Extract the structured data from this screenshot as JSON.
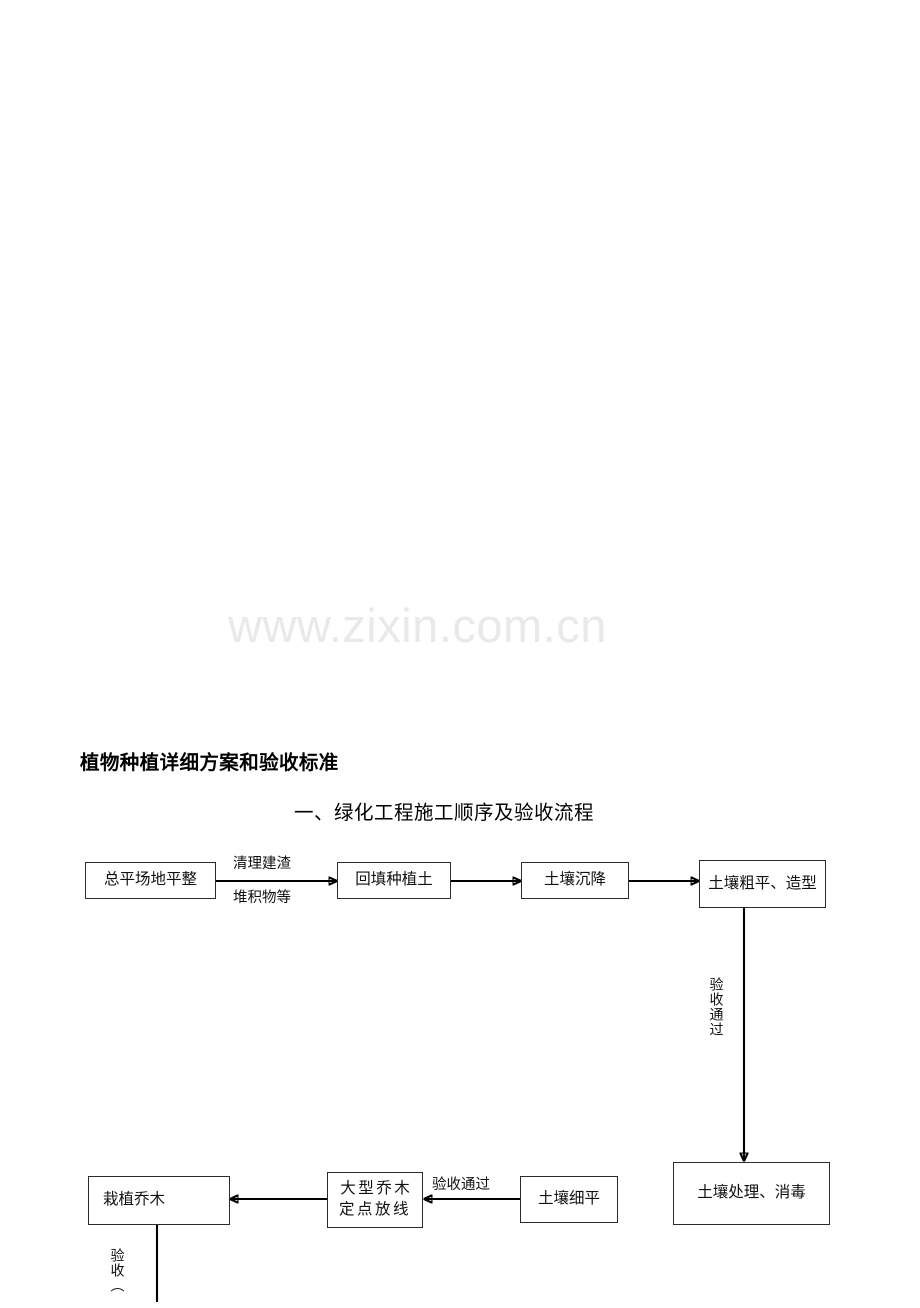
{
  "watermark": {
    "text": "www.zixin.com.cn",
    "color": "#e9e9e9"
  },
  "heading": {
    "title": "植物种植详细方案和验收标准",
    "subtitle": "一、绿化工程施工顺序及验收流程"
  },
  "flowchart": {
    "type": "process-flow",
    "nodes": [
      {
        "id": "n1",
        "label": "总平场地平整"
      },
      {
        "id": "n2",
        "label": "回填种植土"
      },
      {
        "id": "n3",
        "label": "土壤沉降"
      },
      {
        "id": "n4",
        "label": "土壤粗平、造型"
      },
      {
        "id": "n5",
        "label": "土壤处理、消毒"
      },
      {
        "id": "n6",
        "label": "土壤细平"
      },
      {
        "id": "n7",
        "label": "大型乔木\n定点放线"
      },
      {
        "id": "n8",
        "label": "栽植乔木"
      }
    ],
    "edge_labels": {
      "clear_debris_line1": "清理建渣",
      "clear_debris_line2": "堆积物等",
      "inspection_pass_vertical": "验收通过",
      "inspection_pass_horizontal": "验收通过",
      "inspection_truncated": "验收（"
    }
  }
}
